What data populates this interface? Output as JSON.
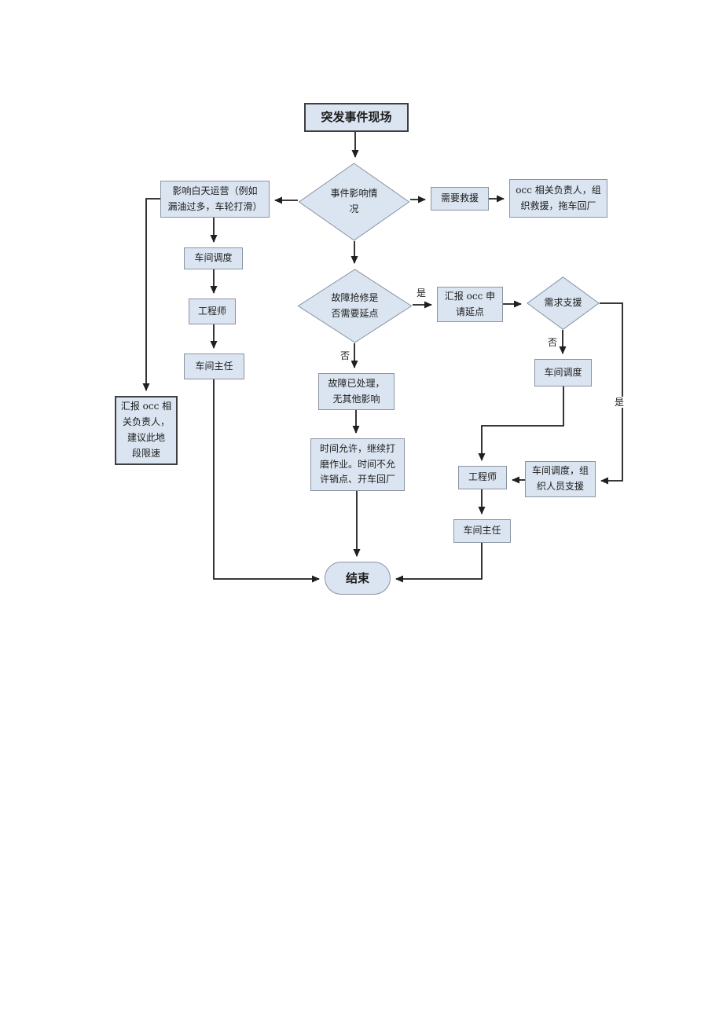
{
  "palette": {
    "node_fill": "#dbe5f1",
    "node_stroke": "#8a94a3",
    "strong_stroke": "#3f3f3f",
    "line_color": "#1f1f1f",
    "text_color": "#1c1c1c",
    "page_bg": "#ffffff"
  },
  "flowchart": {
    "nodes": {
      "start": {
        "label": "突发事件现场",
        "shape": "process-emphasis"
      },
      "decision_impact": {
        "label": "事件影响情\n况",
        "shape": "decision"
      },
      "affect_daytime": {
        "label": "影响白天运营（例如\n漏油过多，车轮打滑）",
        "shape": "process"
      },
      "need_rescue": {
        "label": "需要救援",
        "shape": "process"
      },
      "occ_rescue": {
        "label": "occ 相关负责人，组\n织救援，拖车回厂",
        "shape": "process"
      },
      "dispatch_left": {
        "label": "车间调度",
        "shape": "process"
      },
      "engineer_left": {
        "label": "工程师",
        "shape": "process"
      },
      "director_left": {
        "label": "车间主任",
        "shape": "process"
      },
      "occ_limit": {
        "label": "汇报 occ 相\n关负责人，\n建议此地\n段限速",
        "shape": "process-emphasis"
      },
      "decision_delay": {
        "label": "故障抢修是\n否需要延点",
        "shape": "decision"
      },
      "occ_delay": {
        "label": "汇报 occ 申\n请延点",
        "shape": "process"
      },
      "decision_support": {
        "label": "需求支援",
        "shape": "decision"
      },
      "dispatch_right": {
        "label": "车间调度",
        "shape": "process"
      },
      "fault_handled": {
        "label": "故障已处理，\n无其他影响",
        "shape": "process"
      },
      "time_allow": {
        "label": "时间允许，继续打\n磨作业。时间不允\n许销点、开车回厂",
        "shape": "process"
      },
      "engineer_right": {
        "label": "工程师",
        "shape": "process"
      },
      "dispatch_support": {
        "label": "车间调度，组\n织人员支援",
        "shape": "process"
      },
      "director_right": {
        "label": "车间主任",
        "shape": "process"
      },
      "end": {
        "label": "结束",
        "shape": "terminator"
      }
    },
    "branch_labels": {
      "yes_delay": "是",
      "no_delay": "否",
      "no_support": "否",
      "yes_support": "是"
    }
  }
}
